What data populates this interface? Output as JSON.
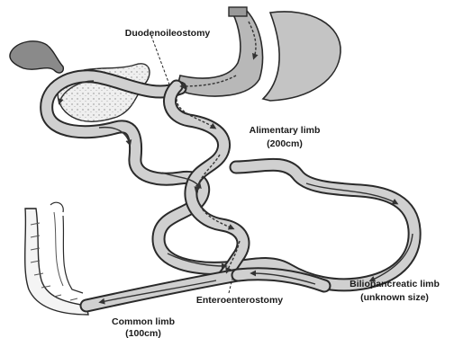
{
  "labels": {
    "duodenoileostomy": "Duodenoileostomy",
    "alimentary_line1": "Alimentary limb",
    "alimentary_line2": "(200cm)",
    "biliopancreatic_line1": "Biliopancreatic limb",
    "biliopancreatic_line2": "(unknown size)",
    "enteroenterostomy": "Enteroenterostomy",
    "common_line1": "Common limb",
    "common_line2": "(100cm)"
  },
  "colors": {
    "bowel_fill": "#d0d0d0",
    "bowel_outline": "#2a2a2a",
    "stomach_fill": "#bcbcbc",
    "pancreas_fill": "#efefef",
    "gallbladder_fill": "#8a8a8a",
    "arrow": "#444444",
    "text": "#1a1a1a"
  }
}
